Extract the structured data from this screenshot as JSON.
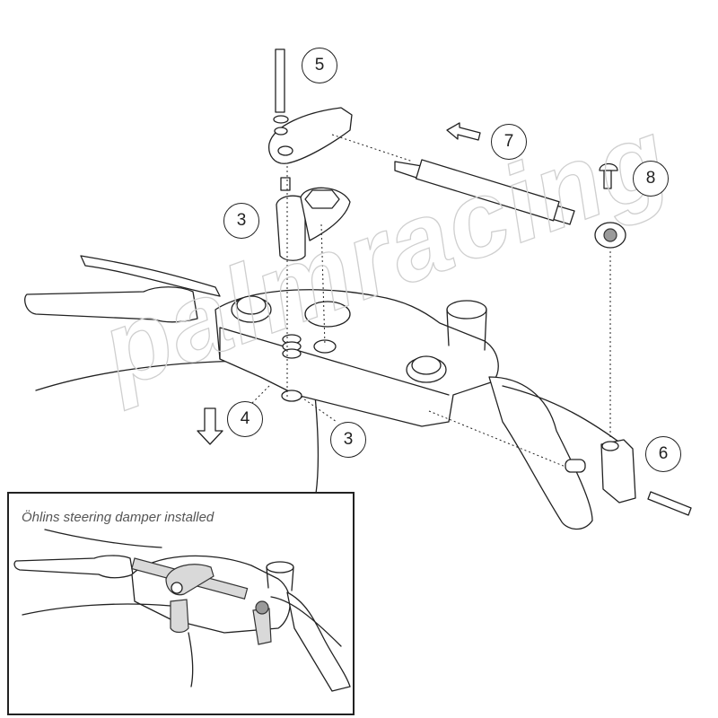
{
  "callouts": [
    "5",
    "7",
    "8",
    "3",
    "4",
    "3",
    "6"
  ],
  "inset": {
    "caption": "Öhlins steering damper installed"
  },
  "watermark": "palmracing"
}
